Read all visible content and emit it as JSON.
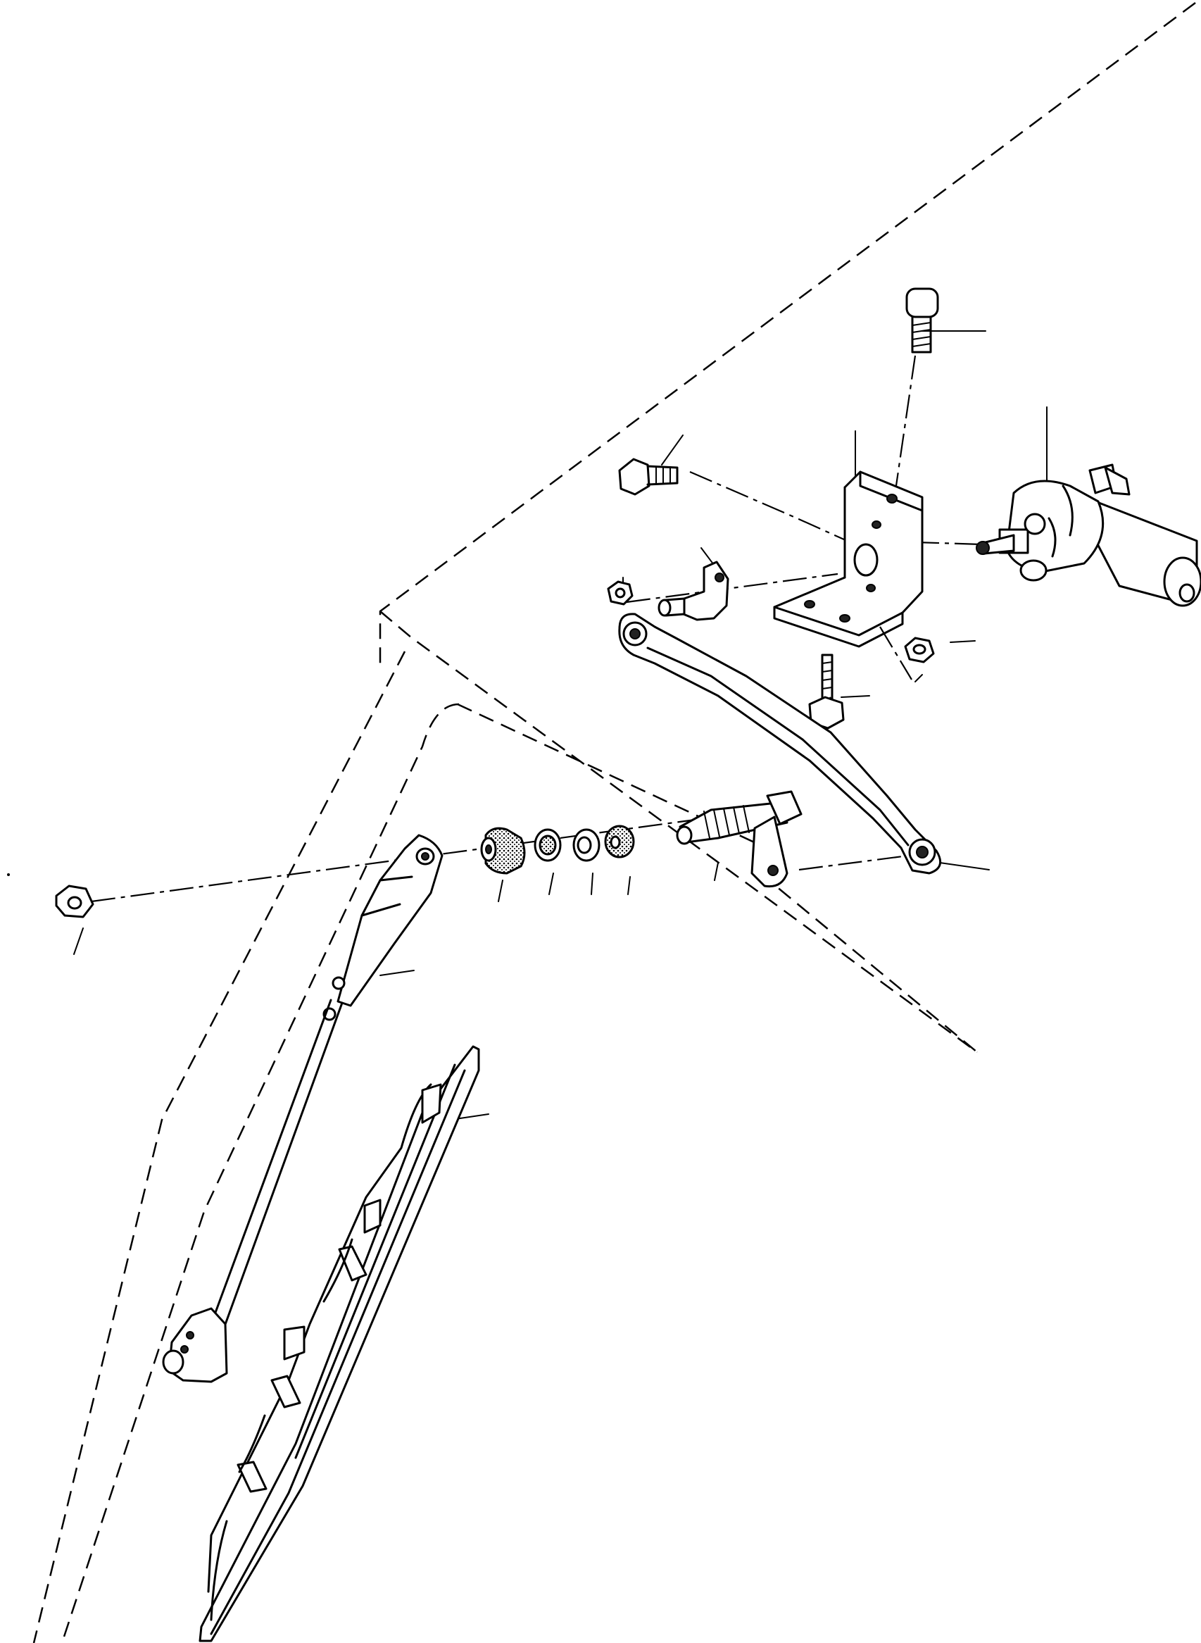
{
  "figure": {
    "parts": [
      "nut",
      "washer",
      "cap-nut",
      "wiper-arm",
      "wiper-blade",
      "rubber-bushing",
      "lock-nut",
      "flat-washer",
      "spacer-bushing",
      "drive-spindle",
      "linkage-rod",
      "motor-bracket",
      "wiper-motor",
      "mounting-bolt",
      "bracket-clip",
      "crank"
    ],
    "callout_labels": []
  }
}
